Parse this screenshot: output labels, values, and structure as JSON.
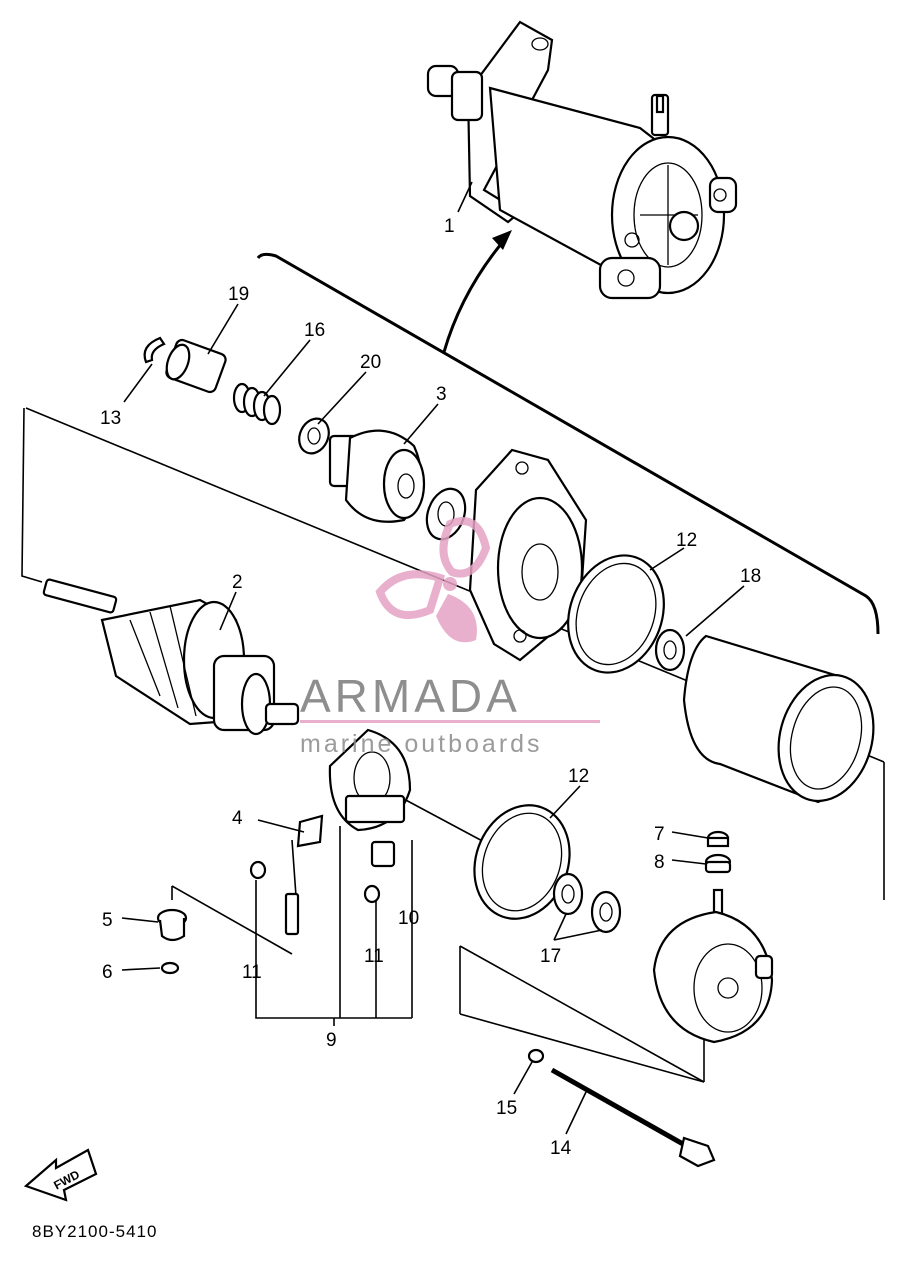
{
  "callouts": [
    {
      "id": "c1",
      "text": "1"
    },
    {
      "id": "c19",
      "text": "19"
    },
    {
      "id": "c16",
      "text": "16"
    },
    {
      "id": "c20",
      "text": "20"
    },
    {
      "id": "c3",
      "text": "3"
    },
    {
      "id": "c13",
      "text": "13"
    },
    {
      "id": "c12a",
      "text": "12"
    },
    {
      "id": "c18",
      "text": "18"
    },
    {
      "id": "c2",
      "text": "2"
    },
    {
      "id": "c12b",
      "text": "12"
    },
    {
      "id": "c4",
      "text": "4"
    },
    {
      "id": "c7",
      "text": "7"
    },
    {
      "id": "c8",
      "text": "8"
    },
    {
      "id": "c5",
      "text": "5"
    },
    {
      "id": "c10",
      "text": "10"
    },
    {
      "id": "c6",
      "text": "6"
    },
    {
      "id": "c11a",
      "text": "11"
    },
    {
      "id": "c11b",
      "text": "11"
    },
    {
      "id": "c17",
      "text": "17"
    },
    {
      "id": "c9",
      "text": "9"
    },
    {
      "id": "c15",
      "text": "15"
    },
    {
      "id": "c14",
      "text": "14"
    }
  ],
  "fwd_label": "FWD",
  "watermark": {
    "brand": "ARMADA",
    "tagline": "marine outboards",
    "accent_color": "#e5a3c4",
    "text_color": "#7b7b7b"
  },
  "drawing_code": "8BY2100-5410"
}
